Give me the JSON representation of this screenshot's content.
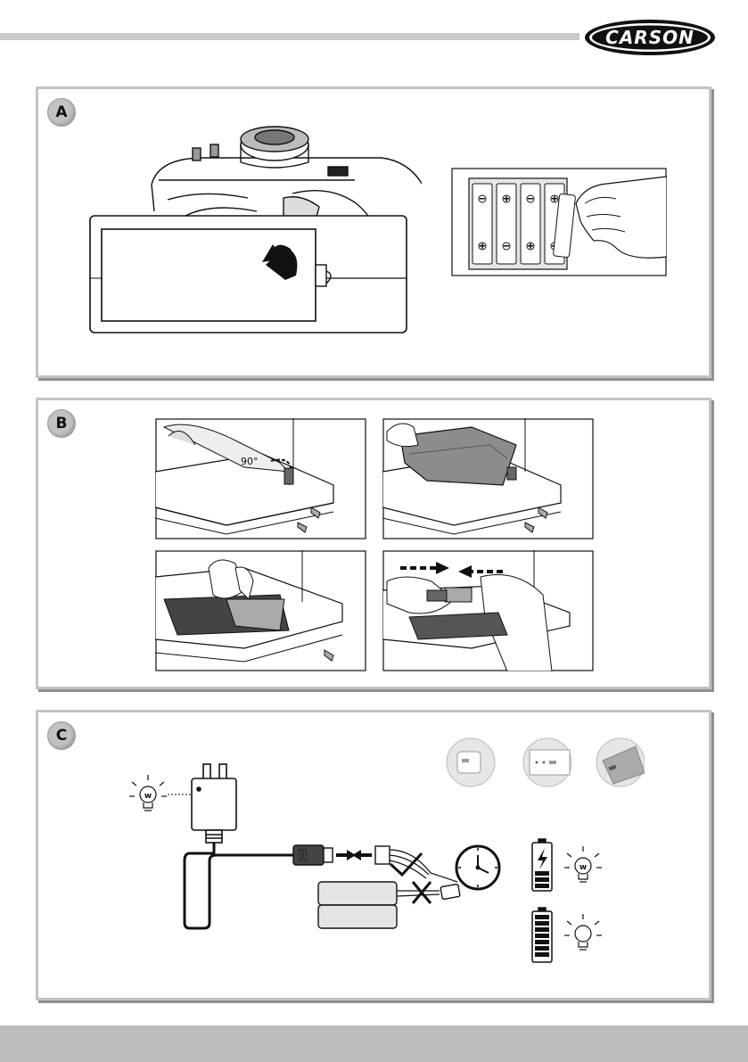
{
  "header": {
    "brand": "CARSON"
  },
  "sections": {
    "a": {
      "label": "A"
    },
    "b": {
      "label": "B",
      "rotation_angle": "90°"
    },
    "c": {
      "label": "C"
    }
  },
  "colors": {
    "header_bar": "#c9c9c9",
    "panel_border": "#c3c3c3",
    "panel_shadow": "#8f8f8f",
    "badge": "#c2c2c2",
    "footer_bar": "#bdbdbd"
  },
  "icons": {
    "a": [
      "transmitter-battery-cover",
      "open-arrow-icon",
      "aa-battery-compartment"
    ],
    "b": [
      "battery-cover-rotate",
      "battery-pack-in-hull",
      "battery-removal",
      "connector-unplug"
    ],
    "c": [
      "light-bulb-on-icon",
      "usb-charger",
      "charging-cable",
      "battery-pack",
      "check-icon",
      "cross-icon",
      "wall-adapter",
      "computer-usb-port",
      "power-bank",
      "clock-icon",
      "battery-charging-icon",
      "battery-full-icon",
      "light-bulb-off-icon"
    ]
  }
}
